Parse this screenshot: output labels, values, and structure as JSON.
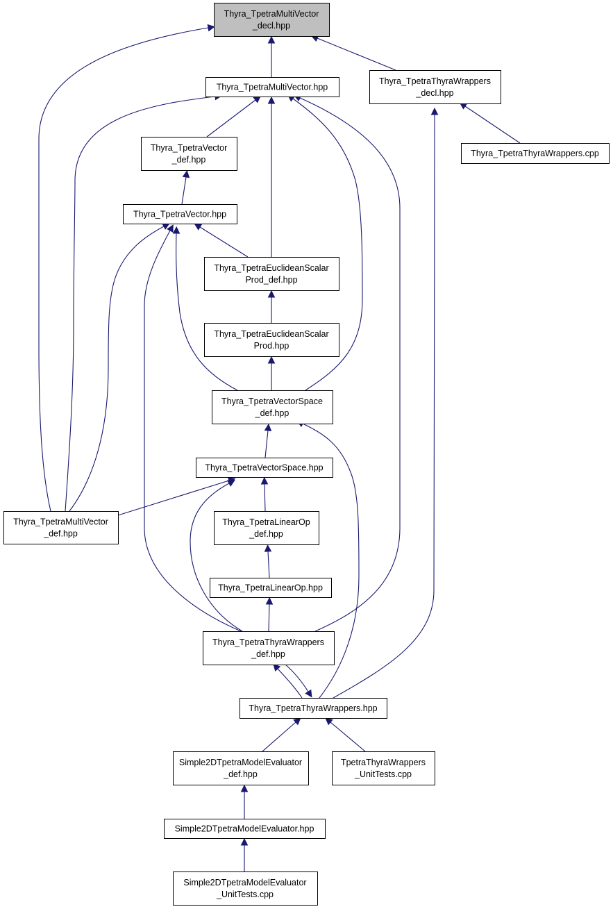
{
  "diagram": {
    "type": "include-dependency-graph",
    "colors": {
      "edge": "#191970",
      "root_fill": "#bfbfbf",
      "node_fill": "#ffffff",
      "node_border": "#000000"
    },
    "nodes": [
      {
        "id": "mv_decl",
        "lines": [
          "Thyra_TpetraMultiVector",
          "_decl.hpp"
        ],
        "highlighted": true
      },
      {
        "id": "mv_hpp",
        "lines": [
          "Thyra_TpetraMultiVector.hpp"
        ]
      },
      {
        "id": "wr_decl",
        "lines": [
          "Thyra_TpetraThyraWrappers",
          "_decl.hpp"
        ]
      },
      {
        "id": "wr_cpp",
        "lines": [
          "Thyra_TpetraThyraWrappers.cpp"
        ]
      },
      {
        "id": "vec_def",
        "lines": [
          "Thyra_TpetraVector",
          "_def.hpp"
        ]
      },
      {
        "id": "vec_hpp",
        "lines": [
          "Thyra_TpetraVector.hpp"
        ]
      },
      {
        "id": "esp_def",
        "lines": [
          "Thyra_TpetraEuclideanScalar",
          "Prod_def.hpp"
        ]
      },
      {
        "id": "esp_hpp",
        "lines": [
          "Thyra_TpetraEuclideanScalar",
          "Prod.hpp"
        ]
      },
      {
        "id": "vs_def",
        "lines": [
          "Thyra_TpetraVectorSpace",
          "_def.hpp"
        ]
      },
      {
        "id": "vs_hpp",
        "lines": [
          "Thyra_TpetraVectorSpace.hpp"
        ]
      },
      {
        "id": "mv_def",
        "lines": [
          "Thyra_TpetraMultiVector",
          "_def.hpp"
        ]
      },
      {
        "id": "lo_def",
        "lines": [
          "Thyra_TpetraLinearOp",
          "_def.hpp"
        ]
      },
      {
        "id": "lo_hpp",
        "lines": [
          "Thyra_TpetraLinearOp.hpp"
        ]
      },
      {
        "id": "wr_def",
        "lines": [
          "Thyra_TpetraThyraWrappers",
          "_def.hpp"
        ]
      },
      {
        "id": "wr_hpp",
        "lines": [
          "Thyra_TpetraThyraWrappers.hpp"
        ]
      },
      {
        "id": "s2d_def",
        "lines": [
          "Simple2DTpetraModelEvaluator",
          "_def.hpp"
        ]
      },
      {
        "id": "wr_ut",
        "lines": [
          "TpetraThyraWrappers",
          "_UnitTests.cpp"
        ]
      },
      {
        "id": "s2d_hpp",
        "lines": [
          "Simple2DTpetraModelEvaluator.hpp"
        ]
      },
      {
        "id": "s2d_ut",
        "lines": [
          "Simple2DTpetraModelEvaluator",
          "_UnitTests.cpp"
        ]
      }
    ],
    "edges": [
      {
        "from": "mv_hpp",
        "to": "mv_decl"
      },
      {
        "from": "wr_decl",
        "to": "mv_decl"
      },
      {
        "from": "mv_def",
        "to": "mv_decl"
      },
      {
        "from": "wr_cpp",
        "to": "wr_decl"
      },
      {
        "from": "wr_hpp",
        "to": "wr_decl"
      },
      {
        "from": "vec_def",
        "to": "mv_hpp"
      },
      {
        "from": "esp_def",
        "to": "mv_hpp"
      },
      {
        "from": "mv_def",
        "to": "mv_hpp"
      },
      {
        "from": "vs_def",
        "to": "mv_hpp"
      },
      {
        "from": "wr_def",
        "to": "mv_hpp"
      },
      {
        "from": "vec_hpp",
        "to": "vec_def"
      },
      {
        "from": "esp_def",
        "to": "vec_hpp"
      },
      {
        "from": "mv_def",
        "to": "vec_hpp"
      },
      {
        "from": "vs_def",
        "to": "vec_hpp"
      },
      {
        "from": "wr_def",
        "to": "vec_hpp"
      },
      {
        "from": "esp_hpp",
        "to": "esp_def"
      },
      {
        "from": "vs_def",
        "to": "esp_hpp"
      },
      {
        "from": "vs_hpp",
        "to": "vs_def"
      },
      {
        "from": "wr_hpp",
        "to": "vs_def"
      },
      {
        "from": "mv_def",
        "to": "vs_hpp"
      },
      {
        "from": "lo_def",
        "to": "vs_hpp"
      },
      {
        "from": "wr_def",
        "to": "vs_hpp"
      },
      {
        "from": "lo_hpp",
        "to": "lo_def"
      },
      {
        "from": "wr_def",
        "to": "lo_hpp"
      },
      {
        "from": "wr_hpp",
        "to": "wr_def"
      },
      {
        "from": "wr_def",
        "to": "wr_hpp"
      },
      {
        "from": "s2d_def",
        "to": "wr_hpp"
      },
      {
        "from": "wr_ut",
        "to": "wr_hpp"
      },
      {
        "from": "s2d_hpp",
        "to": "s2d_def"
      },
      {
        "from": "s2d_ut",
        "to": "s2d_hpp"
      }
    ]
  }
}
